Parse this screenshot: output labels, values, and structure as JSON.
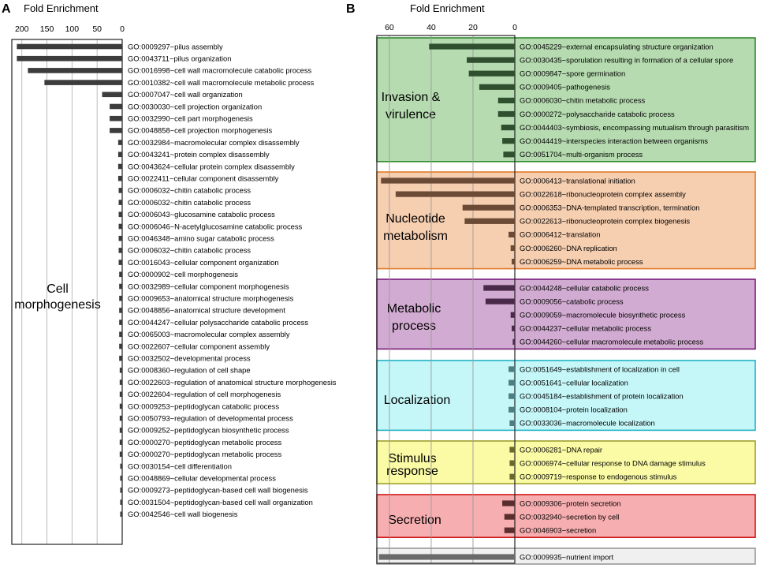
{
  "chart_data": [
    {
      "panel": "A",
      "type": "bar",
      "orientation": "horizontal-reversed",
      "title": "Fold Enrichment",
      "xlim": [
        0,
        220
      ],
      "ticks": [
        200,
        150,
        100,
        50,
        0
      ],
      "grid": true,
      "bar_color": "#3c3c3c",
      "group_label": [
        "Cell",
        "morphogenesis"
      ],
      "categories": [
        "GO:0009297~pilus assembly",
        "GO:0043711~pilus organization",
        "GO:0016998~cell wall macromolecule catabolic process",
        "GO:0010382~cell wall macromolecule metabolic process",
        "GO:0007047~cell wall organization",
        "GO:0030030~cell projection organization",
        "GO:0032990~cell part morphogenesis",
        "GO:0048858~cell projection morphogenesis",
        "GO:0032984~macromolecular complex disassembly",
        "GO:0043241~protein complex disassembly",
        "GO:0043624~cellular protein complex disassembly",
        "GO:0022411~cellular component disassembly",
        "GO:0006032~chitin catabolic process",
        "GO:0006032~chitin catabolic process",
        "GO:0006043~glucosamine catabolic process",
        "GO:0006046~N-acetylglucosamine catabolic process",
        "GO:0046348~amino sugar catabolic process",
        "GO:0006032~chitin catabolic process",
        "GO:0016043~cellular component organization",
        "GO:0000902~cell morphogenesis",
        "GO:0032989~cellular component morphogenesis",
        "GO:0009653~anatomical structure morphogenesis",
        "GO:0048856~anatomical structure development",
        "GO:0044247~cellular polysaccharide catabolic process",
        "GO:0065003~macromolecular complex assembly",
        "GO:0022607~cellular component assembly",
        "GO:0032502~developmental process",
        "GO:0008360~regulation of cell shape",
        "GO:0022603~regulation of anatomical structure morphogenesis",
        "GO:0022604~regulation of cell morphogenesis",
        "GO:0009253~peptidoglycan catabolic process",
        "GO:0050793~regulation of developmental process",
        "GO:0009252~peptidoglycan biosynthetic process",
        "GO:0000270~peptidoglycan metabolic process",
        "GO:0000270~peptidoglycan metabolic process",
        "GO:0030154~cell differentiation",
        "GO:0048869~cellular developmental process",
        "GO:0009273~peptidoglycan-based cell wall biogenesis",
        "GO:0031504~peptidoglycan-based cell wall organization",
        "GO:0042546~cell wall biogenesis"
      ],
      "values": [
        210,
        210,
        188,
        155,
        40,
        25,
        25,
        25,
        8,
        8,
        8,
        8,
        7,
        7,
        7,
        7,
        7,
        7,
        7,
        6,
        6,
        6,
        6,
        6,
        6,
        6,
        6,
        5,
        5,
        5,
        5,
        5,
        5,
        5,
        5,
        4,
        4,
        4,
        4,
        4
      ]
    },
    {
      "panel": "B",
      "type": "bar",
      "orientation": "horizontal-reversed",
      "title": "Fold Enrichment",
      "xlim": [
        0,
        66
      ],
      "ticks": [
        60,
        40,
        20,
        0
      ],
      "grid": true,
      "groups": [
        {
          "label": [
            "Invasion &",
            "virulence"
          ],
          "fill": "#b6dbb0",
          "border": "#2e8b2e",
          "bar_color": "#2f4f2f",
          "categories": [
            "GO:0045229~external encapsulating structure organization",
            "GO:0030435~sporulation resulting in formation of a cellular spore",
            "GO:0009847~spore germination",
            "GO:0009405~pathogenesis",
            "GO:0006030~chitin metabolic process",
            "GO:0000272~polysaccharide catabolic process",
            "GO:0044403~symbiosis, encompassing mutualism through parasitism",
            "GO:0044419~interspecies interaction between organisms",
            "GO:0051704~multi-organism process"
          ],
          "values": [
            41,
            23,
            22,
            17,
            8,
            8,
            6.5,
            6,
            5.5
          ]
        },
        {
          "label": [
            "Nucleotide",
            "metabolism"
          ],
          "fill": "#f6ceb0",
          "border": "#e07b2a",
          "bar_color": "#6b4a36",
          "categories": [
            "GO:0006413~translational initiation",
            "GO:0022618~ribonucleoprotein complex assembly",
            "GO:0006353~DNA-templated transcription, termination",
            "GO:0022613~ribonucleoprotein complex biogenesis",
            "GO:0006412~translation",
            "GO:0006260~DNA replication",
            "GO:0006259~DNA metabolic process"
          ],
          "values": [
            64,
            57,
            25,
            24,
            3,
            2,
            1.5
          ]
        },
        {
          "label": [
            "Metabolic",
            "process"
          ],
          "fill": "#d2abd2",
          "border": "#7a1f7a",
          "bar_color": "#4a2a4a",
          "categories": [
            "GO:0044248~cellular catabolic process",
            "GO:0009056~catabolic process",
            "GO:0009059~macromolecule biosynthetic process",
            "GO:0044237~cellular metabolic process",
            "GO:0044260~cellular macromolecule metabolic process"
          ],
          "values": [
            15,
            14,
            2,
            1.5,
            1
          ]
        },
        {
          "label": [
            "Localization"
          ],
          "fill": "#c5f7f9",
          "border": "#1fb3c6",
          "bar_color": "#4e7e80",
          "categories": [
            "GO:0051649~establishment of localization in cell",
            "GO:0051641~cellular localization",
            "GO:0045184~establishment of protein localization",
            "GO:0008104~protein localization",
            "GO:0033036~macromolecule localization"
          ],
          "values": [
            3,
            3,
            3,
            3,
            2.5
          ]
        },
        {
          "label": [
            "Stimulus",
            "response"
          ],
          "fill": "#fbfba6",
          "border": "#a0a030",
          "bar_color": "#6a6a30",
          "categories": [
            "GO:0006281~DNA repair",
            "GO:0006974~cellular response to DNA damage stimulus",
            "GO:0009719~response to endogenous stimulus"
          ],
          "values": [
            2.5,
            2.5,
            2.5
          ]
        },
        {
          "label": [
            "Secretion"
          ],
          "fill": "#f7aeb0",
          "border": "#d01818",
          "bar_color": "#5a2e2e",
          "categories": [
            "GO:0009306~protein secretion",
            "GO:0032940~secretion by cell",
            "GO:0046903~secretion"
          ],
          "values": [
            6,
            5,
            5
          ]
        },
        {
          "label": [],
          "fill": "#f0f0f0",
          "border": "#999999",
          "bar_color": "#6a6a6a",
          "categories": [
            "GO:0009935~nutrient import"
          ],
          "values": [
            65
          ]
        }
      ]
    }
  ]
}
